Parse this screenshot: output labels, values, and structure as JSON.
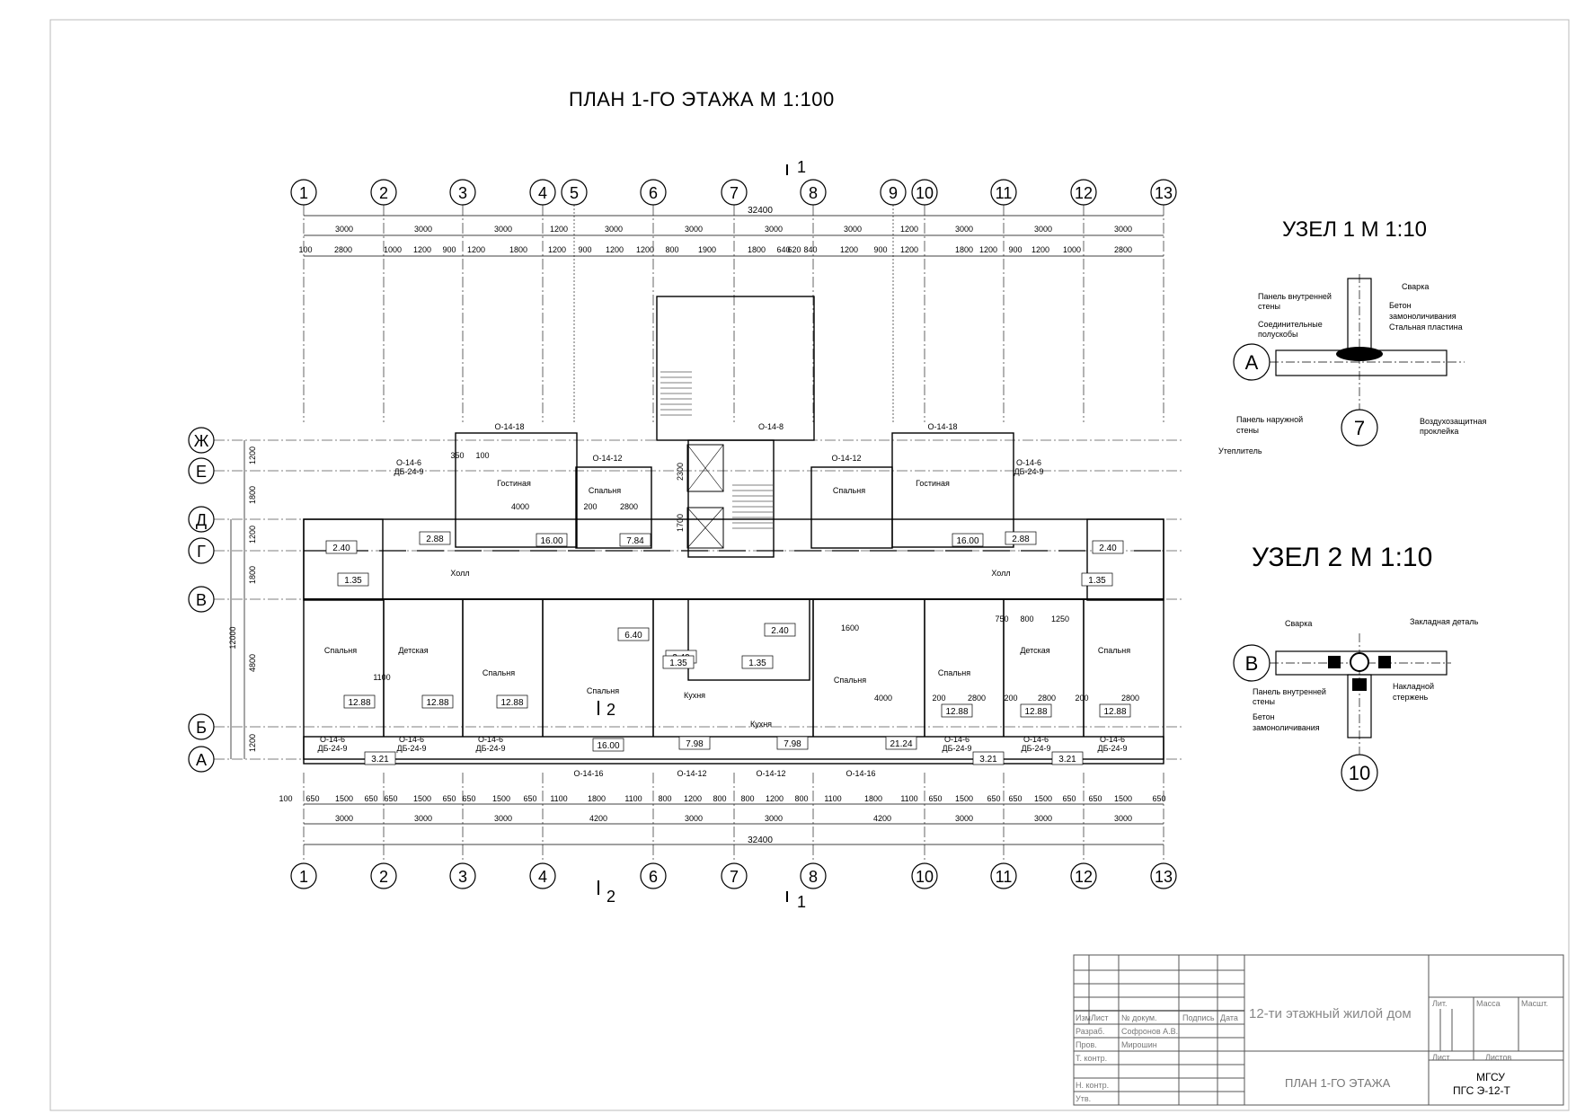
{
  "title": "ПЛАН 1-ГО ЭТАЖА  М 1:100",
  "axes_top": [
    "1",
    "2",
    "3",
    "4",
    "5",
    "6",
    "7",
    "8",
    "9",
    "10",
    "11",
    "12",
    "13"
  ],
  "axes_bottom": [
    "1",
    "2",
    "3",
    "4",
    "6",
    "7",
    "8",
    "10",
    "11",
    "12",
    "13"
  ],
  "axes_left": [
    "Ж",
    "Е",
    "Д",
    "Г",
    "В",
    "Б",
    "А"
  ],
  "section_marks": {
    "one": "1",
    "two": "2"
  },
  "dimensions": {
    "overall": "32400",
    "overall_height": "12000",
    "top_row1": [
      "3000",
      "3000",
      "3000",
      "1200",
      "3000",
      "3000",
      "3000",
      "3000",
      "1200",
      "3000",
      "3000",
      "3000"
    ],
    "top_row2": [
      "100",
      "2800",
      "1000",
      "1200",
      "900",
      "1200",
      "1800",
      "1200",
      "900",
      "1200",
      "1200",
      "800",
      "1900",
      "1800",
      "640",
      "620",
      "840",
      "1200",
      "900",
      "1200",
      "1800",
      "1200",
      "900",
      "1200",
      "1000",
      "2800"
    ],
    "bottom_row1": [
      "100",
      "650",
      "1500",
      "650",
      "650",
      "1500",
      "650",
      "650",
      "1500",
      "650",
      "1100",
      "1800",
      "1100",
      "800",
      "1200",
      "800",
      "800",
      "1200",
      "800",
      "1100",
      "1800",
      "1100",
      "650",
      "1500",
      "650",
      "650",
      "1500",
      "650",
      "650",
      "1500",
      "650"
    ],
    "bottom_row2": [
      "3000",
      "3000",
      "3000",
      "4200",
      "3000",
      "3000",
      "4200",
      "3000",
      "3000",
      "3000"
    ],
    "left_chain": [
      "1200",
      "1800",
      "1200",
      "1800",
      "4800",
      "1200"
    ],
    "stair": [
      "2300",
      "1700"
    ],
    "misc": [
      "350",
      "100",
      "4000",
      "200",
      "2800",
      "1600",
      "4000",
      "200",
      "2800",
      "200",
      "2800",
      "200",
      "2800",
      "750",
      "800",
      "1250",
      "1100"
    ]
  },
  "openings": {
    "o_14_18": "О-14-18",
    "o_14_12": "О-14-12",
    "o_14_8": "О-14-8",
    "o_14_16": "О-14-16",
    "o_14_6": "О-14-6",
    "db_24_9": "ДБ-24-9"
  },
  "rooms": {
    "gostinaya": "Гостиная",
    "spalnya": "Спальня",
    "detskaya": "Детская",
    "holl": "Холл",
    "kuhnya": "Кухня"
  },
  "areas": [
    "16.00",
    "7.84",
    "2.88",
    "2.40",
    "1.35",
    "12.88",
    "6.40",
    "2.40",
    "2.40",
    "1.35",
    "1.35",
    "7.98",
    "7.98",
    "16.00",
    "21.24",
    "3.21"
  ],
  "uzel1": {
    "title": "УЗЕЛ 1 М 1:10",
    "labels": [
      "Сварка",
      "Панель внутренней",
      "стены",
      "Бетон",
      "замоноличивания",
      "Соединительные",
      "полускобы",
      "Стальная пластина",
      "Панель наружной",
      "стены",
      "Воздухозащитная",
      "проклейка",
      "Утеплитель"
    ],
    "axis_letter": "А",
    "axis_number": "7"
  },
  "uzel2": {
    "title": "УЗЕЛ 2 М 1:10",
    "labels": [
      "Сварка",
      "Закладная деталь",
      "Панель внутренней",
      "стены",
      "Накладной",
      "стержень",
      "Бетон",
      "замоноличивания"
    ],
    "axis_letter": "В",
    "axis_number": "10"
  },
  "stamp": {
    "headers": [
      "Изм",
      "Лист",
      "№ докум.",
      "Подпись",
      "Дата"
    ],
    "roles": [
      "Разраб.",
      "Пров.",
      "Т. контр.",
      "Н. контр.",
      "Утв."
    ],
    "names": [
      "Софронов А.В.",
      "Мирошин"
    ],
    "project": "12-ти этажный жилой дом",
    "sheet_title": "ПЛАН 1-ГО ЭТАЖА",
    "lit": "Лит.",
    "mass": "Масса",
    "scale": "Масшт.",
    "sheet": "Лист",
    "sheets": "Листов",
    "org1": "МГСУ",
    "org2": "ПГС     Э-12-Т"
  }
}
